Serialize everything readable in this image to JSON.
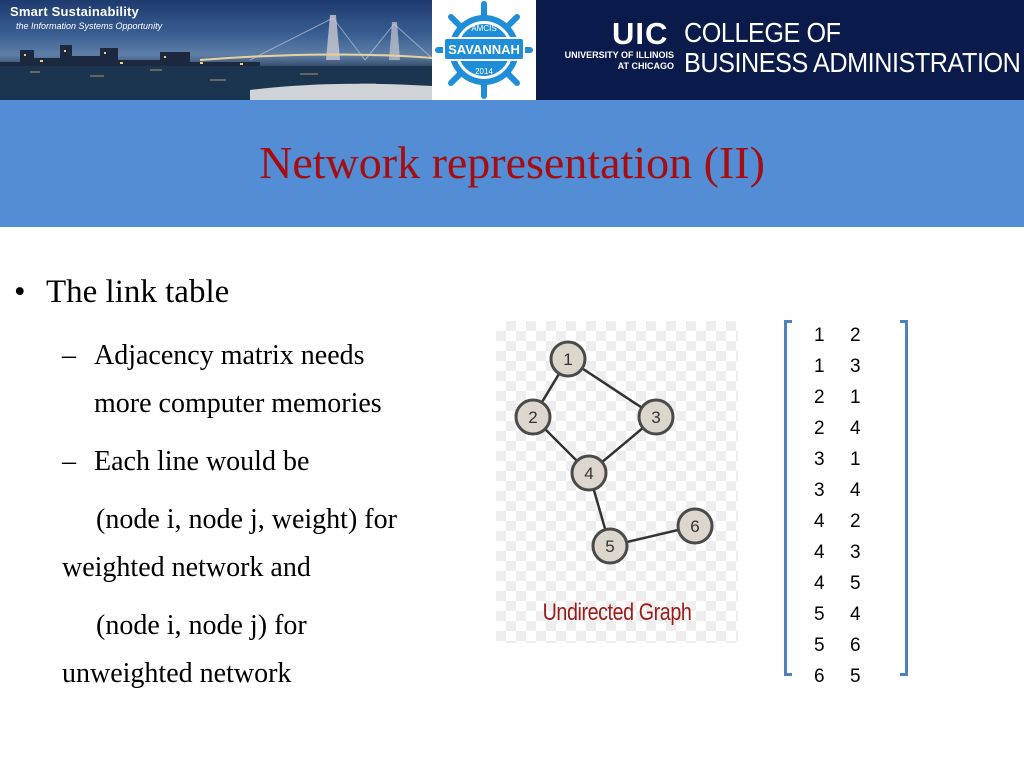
{
  "banner": {
    "photo_title": "Smart Sustainability",
    "photo_subtitle": "the Information Systems Opportunity",
    "seal_top": "AMCIS",
    "seal_name": "SAVANNAH",
    "seal_year": "2014",
    "uic_mark": "UIC",
    "uic_univ_line1": "UNIVERSITY OF ILLINOIS",
    "uic_univ_line2": "AT CHICAGO",
    "college_line1": "COLLEGE OF",
    "college_line2": "BUSINESS ADMINISTRATION",
    "colors": {
      "uic_navy": "#0a1a4a"
    }
  },
  "slide": {
    "title": "Network representation (II)",
    "colors": {
      "title_bar": "#538dd5",
      "title_text": "#a50d10"
    },
    "bullet": "•",
    "dash": "–",
    "level1": "The link table",
    "sub1_line1": "Adjacency matrix needs",
    "sub1_line2": "more computer memories",
    "sub2": "Each line would be",
    "para1_line1": "(node i, node j, weight) for",
    "para1_line2": "weighted network and",
    "para2_line1": "(node i, node j) for",
    "para2_line2": "unweighted network"
  },
  "graph": {
    "caption": "Undirected Graph",
    "nodes": [
      {
        "id": "1",
        "label": "1"
      },
      {
        "id": "2",
        "label": "2"
      },
      {
        "id": "3",
        "label": "3"
      },
      {
        "id": "4",
        "label": "4"
      },
      {
        "id": "5",
        "label": "5"
      },
      {
        "id": "6",
        "label": "6"
      }
    ],
    "edges": [
      [
        "1",
        "2"
      ],
      [
        "1",
        "3"
      ],
      [
        "2",
        "4"
      ],
      [
        "3",
        "4"
      ],
      [
        "4",
        "5"
      ],
      [
        "5",
        "6"
      ]
    ],
    "colors": {
      "node_fill": "#dcd6cc",
      "node_stroke": "#4a4a4a",
      "edge": "#333333",
      "caption": "#9c1a18"
    }
  },
  "link_table": {
    "rows": [
      [
        "1",
        "2"
      ],
      [
        "1",
        "3"
      ],
      [
        "2",
        "1"
      ],
      [
        "2",
        "4"
      ],
      [
        "3",
        "1"
      ],
      [
        "3",
        "4"
      ],
      [
        "4",
        "2"
      ],
      [
        "4",
        "3"
      ],
      [
        "4",
        "5"
      ],
      [
        "5",
        "4"
      ],
      [
        "5",
        "6"
      ],
      [
        "6",
        "5"
      ]
    ],
    "colors": {
      "bracket": "#4f81bd"
    }
  }
}
